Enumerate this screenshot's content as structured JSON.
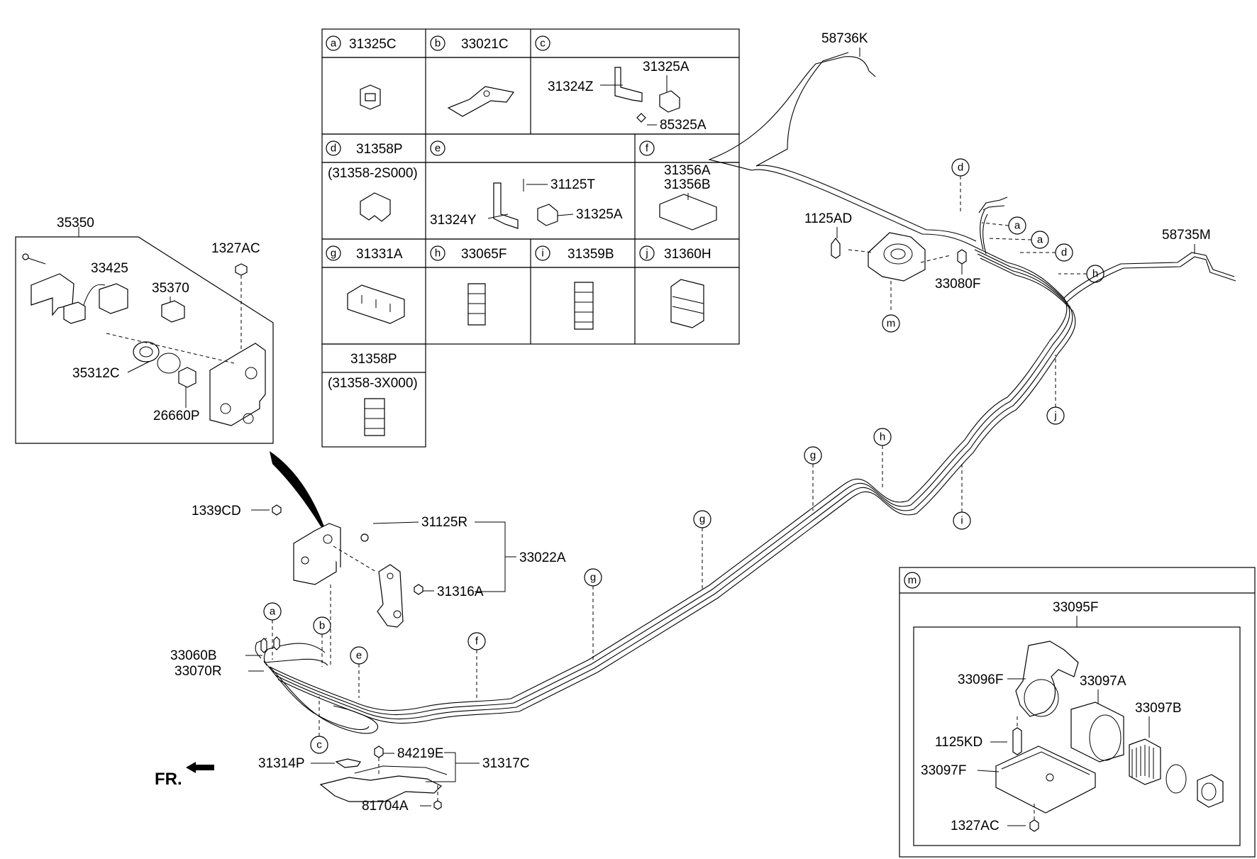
{
  "clip_table": {
    "a": {
      "letter": "a",
      "part": "31325C"
    },
    "b": {
      "letter": "b",
      "part": "33021C"
    },
    "c": {
      "letter": "c",
      "labels": [
        "31325A",
        "31324Z",
        "85325A"
      ]
    },
    "d": {
      "letter": "d",
      "part": "31358P",
      "alt": "(31358-2S000)"
    },
    "e": {
      "letter": "e",
      "labels": [
        "31125T",
        "31324Y",
        "31325A"
      ]
    },
    "f": {
      "letter": "f",
      "labels": [
        "31356A",
        "31356B"
      ]
    },
    "g": {
      "letter": "g",
      "part": "31331A"
    },
    "h": {
      "letter": "h",
      "part": "33065F"
    },
    "i": {
      "letter": "i",
      "part": "31359B"
    },
    "j": {
      "letter": "j",
      "part": "31360H"
    },
    "k": {
      "part": "31358P",
      "alt": "(31358-3X000)"
    }
  },
  "callouts": {
    "p35350": "35350",
    "p1327AC_top": "1327AC",
    "p33425": "33425",
    "p35370": "35370",
    "p35312C": "35312C",
    "p26660P": "26660P",
    "p58736K": "58736K",
    "p1125AD": "1125AD",
    "p58735M": "58735M",
    "p33080F": "33080F",
    "p1339CD": "1339CD",
    "p31125R": "31125R",
    "p33022A": "33022A",
    "p31316A": "31316A",
    "p33060B": "33060B",
    "p33070R": "33070R",
    "p84219E": "84219E",
    "p31317C": "31317C",
    "p31314P": "31314P",
    "p81704A": "81704A",
    "fr": "FR."
  },
  "filter_box": {
    "letter": "m",
    "p33095F": "33095F",
    "p33096F": "33096F",
    "p33097A": "33097A",
    "p33097B": "33097B",
    "p1125KD": "1125KD",
    "p33097F": "33097F",
    "p1327AC": "1327AC"
  },
  "markers": [
    "a",
    "b",
    "c",
    "d",
    "e",
    "f",
    "g",
    "h",
    "i",
    "j",
    "m"
  ]
}
